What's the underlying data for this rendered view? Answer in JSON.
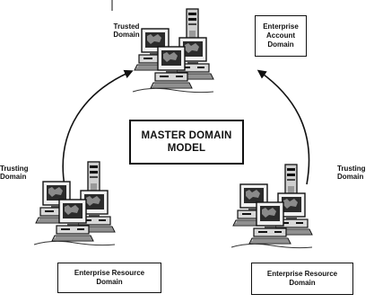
{
  "diagram": {
    "title_line1": "MASTER DOMAIN",
    "title_line2": "MODEL",
    "top": {
      "label_line1": "Trusted",
      "label_line2": "Domain",
      "box_line1": "Enterprise",
      "box_line2": "Account",
      "box_line3": "Domain"
    },
    "left": {
      "label_line1": "Trusting",
      "label_line2": "Domain",
      "box_line1": "Enterprise Resource",
      "box_line2": "Domain"
    },
    "right": {
      "label_line1": "Trusting",
      "label_line2": "Domain",
      "box_line1": "Enterprise Resource",
      "box_line2": "Domain"
    }
  }
}
